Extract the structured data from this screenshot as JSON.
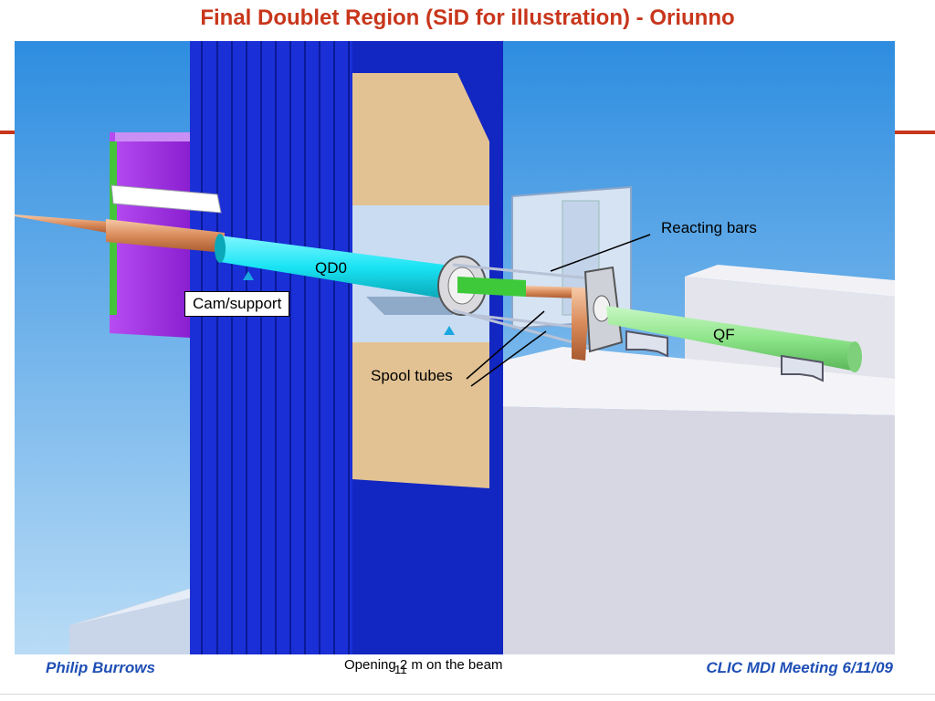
{
  "slide": {
    "title": "Final Doublet Region (SiD for illustration) - Oriunno",
    "accent_color": "#c8361b",
    "footer_color": "#1f4fb5"
  },
  "figure": {
    "labels": {
      "qd0": "QD0",
      "qf": "QF",
      "cam_support": "Cam/support",
      "reacting_bars": "Reacting bars",
      "spool_tubes": "Spool tubes"
    },
    "caption": "Opening 2 m on the beam"
  },
  "footer": {
    "author": "Philip Burrows",
    "meeting": "CLIC MDI Meeting 6/11/09",
    "page_number": "11"
  }
}
